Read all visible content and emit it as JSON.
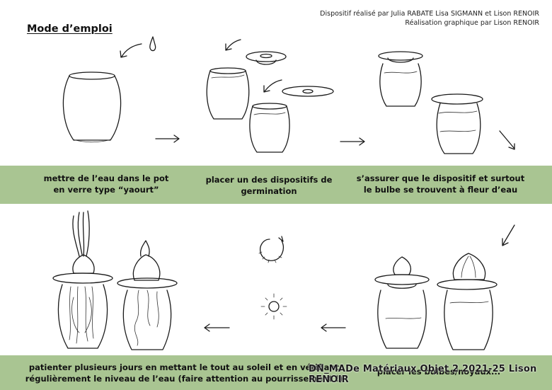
{
  "credits": {
    "line1": "Dispositif réalisé par Julia RABATE Lisa SIGMANN et Lison RENOIR",
    "line2": "Réalisation graphique par Lison RENOIR"
  },
  "title": "Mode d’emploi",
  "steps": [
    {
      "id": "step-1",
      "caption_lines": [
        "mettre de l’eau dans le pot",
        "en verre type “yaourt”"
      ]
    },
    {
      "id": "step-2",
      "caption_lines": [
        "placer un des dispositifs de",
        "germination"
      ]
    },
    {
      "id": "step-3",
      "caption_lines": [
        "s’assurer que le dispositif et surtout",
        "le bulbe se trouvent à fleur d’eau"
      ]
    },
    {
      "id": "step-4",
      "caption_lines": [
        "placer les bulbes/noyaux..."
      ]
    },
    {
      "id": "step-5",
      "caption_lines": [
        "patienter plusieurs jours en mettant le tout au soleil et en vérifiant",
        "régulièrement le niveau de l’eau (faire attention au pourrissement !)"
      ]
    }
  ],
  "watermark": "DN_MADe Matériaux Objet 2 2021-25 Lison RENOIR",
  "icons": [
    "water-drop-icon",
    "arrow-right-icon",
    "arrow-down-right-icon",
    "arrow-left-icon",
    "cycle-arrow-icon",
    "sun-icon"
  ],
  "colors": {
    "band": "#a9c592",
    "ink": "#1a1a1a",
    "background": "#ffffff"
  }
}
